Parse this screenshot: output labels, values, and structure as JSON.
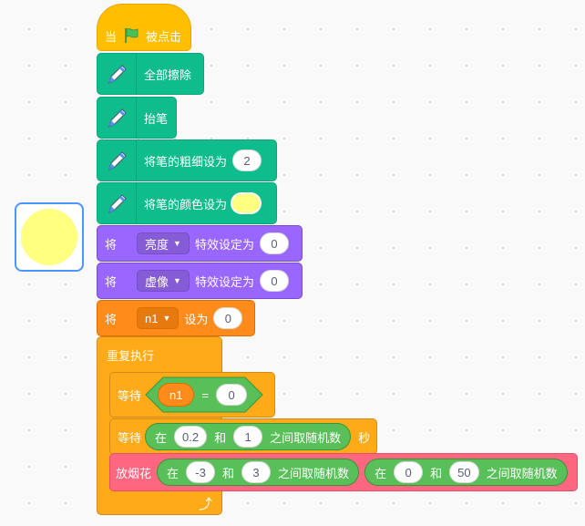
{
  "sprite_thumbnail": {
    "fill": "#FFFF80"
  },
  "when_flag": {
    "text_before": "当",
    "icon": "green-flag-icon",
    "text_after": "被点击"
  },
  "pen_clear": {
    "label": "全部擦除",
    "icon": "pen-icon"
  },
  "pen_up": {
    "label": "抬笔",
    "icon": "pen-icon"
  },
  "pen_size": {
    "label": "将笔的粗细设为",
    "value": "2",
    "icon": "pen-icon"
  },
  "pen_color": {
    "label": "将笔的颜色设为",
    "color": "#FFFF80",
    "icon": "pen-icon"
  },
  "effect_brightness": {
    "prefix": "将",
    "effect": "亮度",
    "suffix": "特效设定为",
    "value": "0"
  },
  "effect_mosaic": {
    "prefix": "将",
    "effect": "虚像",
    "suffix": "特效设定为",
    "value": "0"
  },
  "set_var": {
    "prefix": "将",
    "variable": "n1",
    "suffix": "设为",
    "value": "0"
  },
  "forever": {
    "label": "重复执行",
    "loop_icon": "loop-arrow-icon"
  },
  "wait_until": {
    "label": "等待",
    "variable": "n1",
    "operator": "=",
    "value": "0"
  },
  "wait_random": {
    "label": "等待",
    "in": "在",
    "from": "0.2",
    "and": "和",
    "to": "1",
    "between": "之间取随机数",
    "unit": "秒"
  },
  "firework": {
    "label": "放烟花",
    "rand1": {
      "in": "在",
      "from": "-3",
      "and": "和",
      "to": "3",
      "between": "之间取随机数"
    },
    "rand2": {
      "in": "在",
      "from": "0",
      "and": "和",
      "to": "50",
      "between": "之间取随机数"
    }
  },
  "colors": {
    "event": "#FFBF00",
    "pen": "#0FBD8C",
    "looks": "#9966FF",
    "variables": "#FF8C1A",
    "control": "#FFAB19",
    "operators": "#59C059",
    "extension": "#FF6680"
  }
}
